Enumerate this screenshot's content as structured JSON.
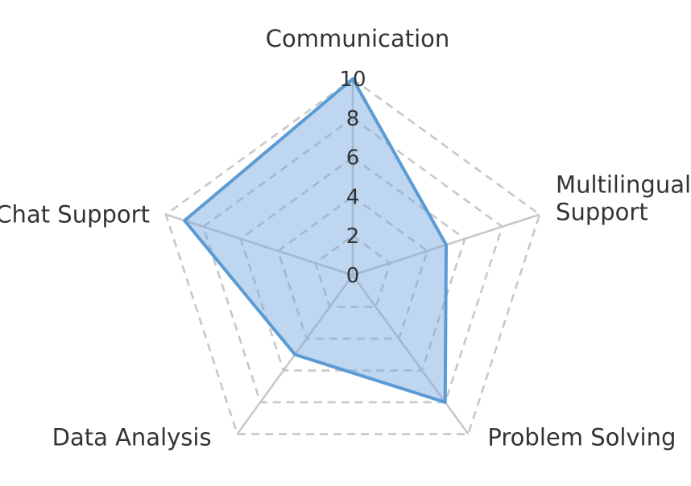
{
  "chart_data": {
    "type": "radar",
    "categories": [
      "Communication",
      "Multilingual Support",
      "Problem Solving",
      "Data Analysis",
      "Chat Support"
    ],
    "category_label_lines": [
      [
        "Communication"
      ],
      [
        "Multilingual",
        "Support"
      ],
      [
        "Problem Solving"
      ],
      [
        "Data Analysis"
      ],
      [
        "Chat Support"
      ]
    ],
    "series": [
      {
        "values": [
          10,
          5,
          8,
          5,
          9
        ],
        "color": "#5b9bd5"
      }
    ],
    "r_range": [
      0,
      10
    ],
    "r_ticks": [
      0,
      2,
      4,
      6,
      8,
      10
    ],
    "grid": true,
    "grid_style": "dashed",
    "legend": "none"
  }
}
